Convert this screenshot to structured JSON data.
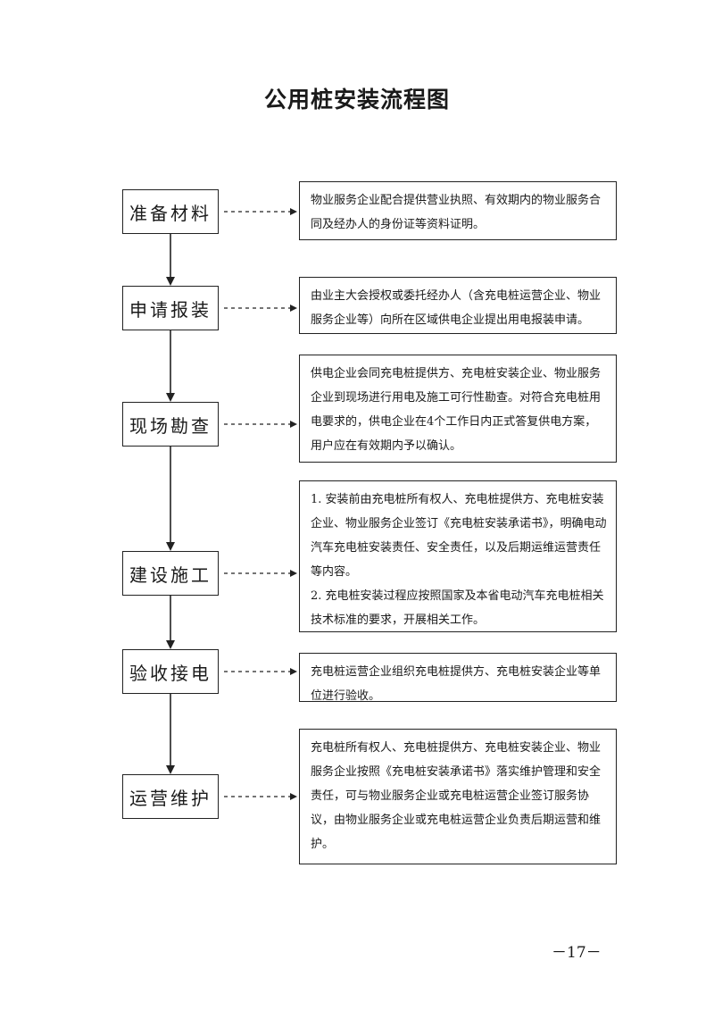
{
  "title": "公用桩安装流程图",
  "steps": [
    {
      "label": "准备材料",
      "lines": [
        "物业服务企业配合提供营业执照、有效期内的物业服务合同及经办人的身份证等资料证明。"
      ]
    },
    {
      "label": "申请报装",
      "lines": [
        "由业主大会授权或委托经办人（含充电桩运营企业、物业服务企业等）向所在区域供电企业提出用电报装申请。"
      ]
    },
    {
      "label": "现场勘查",
      "lines": [
        "供电企业会同充电桩提供方、充电桩安装企业、物业服务企业到现场进行用电及施工可行性勘查。对符合充电桩用电要求的，供电企业在4个工作日内正式答复供电方案，用户应在有效期内予以确认。"
      ]
    },
    {
      "label": "建设施工",
      "lines": [
        "1. 安装前由充电桩所有权人、充电桩提供方、充电桩安装企业、物业服务企业签订《充电桩安装承诺书》，明确电动汽车充电桩安装责任、安全责任，以及后期运维运营责任等内容。",
        "2. 充电桩安装过程应按照国家及本省电动汽车充电桩相关技术标准的要求，开展相关工作。"
      ]
    },
    {
      "label": "验收接电",
      "lines": [
        "充电桩运营企业组织充电桩提供方、充电桩安装企业等单位进行验收。"
      ]
    },
    {
      "label": "运营维护",
      "lines": [
        "充电桩所有权人、充电桩提供方、充电桩安装企业、物业服务企业按照《充电桩安装承诺书》落实维护管理和安全责任，可与物业服务企业或充电桩运营企业签订服务协议，由物业服务企业或充电桩运营企业负责后期运营和维护。"
      ]
    }
  ],
  "page_number": "－17－",
  "colors": {
    "line": "#222222",
    "background": "#ffffff"
  }
}
